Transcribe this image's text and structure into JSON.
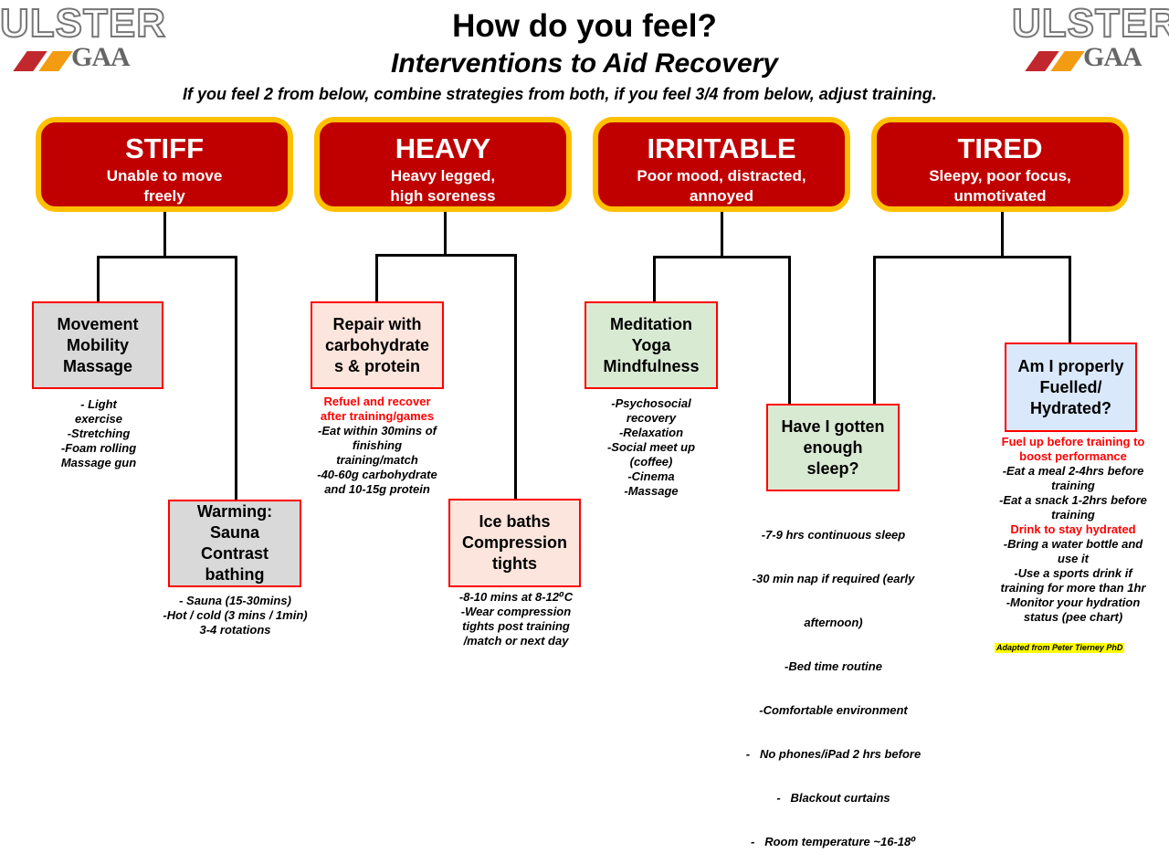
{
  "logo": {
    "word": "ULSTER",
    "sub": "GAA",
    "colors": {
      "red": "#c0282d",
      "orange": "#f39c12"
    }
  },
  "header": {
    "title": "How do you feel?",
    "subtitle": "Interventions to Aid Recovery",
    "instruction": "If you feel 2 from below, combine strategies from both, if you feel 3/4 from below, adjust training."
  },
  "feelings": [
    {
      "title": "STIFF",
      "desc": "Unable to move freely"
    },
    {
      "title": "HEAVY",
      "desc": "Heavy legged, high soreness"
    },
    {
      "title": "IRRITABLE",
      "desc": "Poor mood, distracted, annoyed"
    },
    {
      "title": "TIRED",
      "desc": "Sleepy, poor focus, unmotivated"
    }
  ],
  "strategies": {
    "movement": {
      "lines": [
        "Movement",
        "Mobility",
        "Massage"
      ],
      "details": [
        "- Light",
        "exercise",
        "-Stretching",
        "-Foam rolling",
        "Massage gun"
      ]
    },
    "warming": {
      "lines": [
        "Warming:",
        "Sauna",
        "Contrast",
        "bathing"
      ],
      "details": [
        "- Sauna (15-30mins)",
        "-Hot / cold (3 mins / 1min)",
        "3-4 rotations"
      ]
    },
    "repair": {
      "lines": [
        "Repair with",
        "carbohydrate",
        "s & protein"
      ],
      "highlight": [
        "Refuel and recover",
        "after training/games"
      ],
      "details": [
        "-Eat within 30mins of",
        "finishing",
        "training/match",
        "-40-60g carbohydrate",
        "and 10-15g protein"
      ]
    },
    "ice": {
      "lines": [
        "Ice baths",
        "Compression",
        "tights"
      ],
      "details": [
        "-8-10 mins at 8-12⁰C",
        "-Wear compression",
        "tights post training",
        "/match or next day"
      ]
    },
    "meditation": {
      "lines": [
        "Meditation",
        "Yoga",
        "Mindfulness"
      ],
      "details": [
        "-Psychosocial",
        "recovery",
        "-Relaxation",
        "-Social meet up",
        "(coffee)",
        "-Cinema",
        "-Massage"
      ]
    },
    "sleep": {
      "lines": [
        "Have I gotten",
        "enough",
        "sleep?"
      ],
      "details": [
        "-7-9 hrs continuous sleep",
        "-30 min nap if required (early",
        "afternoon)",
        "-Bed time routine",
        "-Comfortable environment",
        "-   No phones/iPad 2 hrs before",
        "-   Blackout curtains",
        "-   Room temperature ~16-18⁰"
      ]
    },
    "fuel": {
      "lines": [
        "Am I properly",
        "Fuelled/",
        "Hydrated?"
      ],
      "highlight1": [
        "Fuel up before training to",
        "boost performance"
      ],
      "details1": [
        "-Eat a meal 2-4hrs before",
        "training",
        "-Eat a snack 1-2hrs before",
        "training"
      ],
      "highlight2": [
        "Drink to stay hydrated"
      ],
      "details2": [
        "-Bring a water bottle and",
        "use it",
        "-Use a sports drink if",
        "training for more than 1hr",
        "-Monitor your hydration",
        "status (pee chart)"
      ]
    }
  },
  "credit": "Adapted from Peter Tierney PhD"
}
